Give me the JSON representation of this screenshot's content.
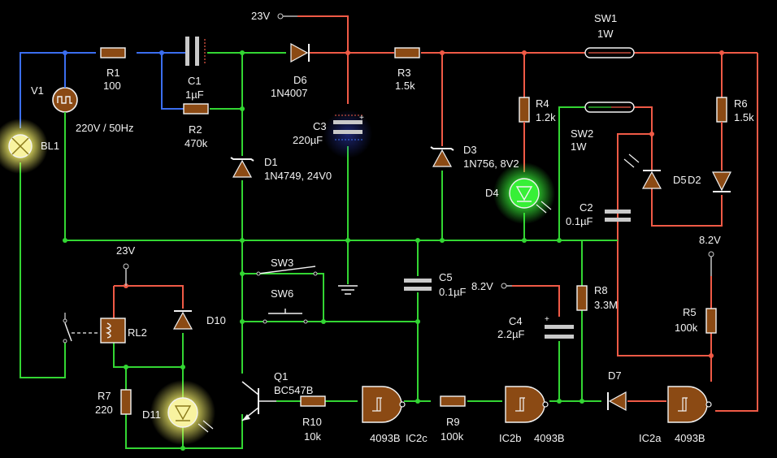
{
  "labels": {
    "supply_top": "23V",
    "supply_left": "23V",
    "supply_c4": "8.2V",
    "supply_r5": "8.2V",
    "r1_name": "R1",
    "r1_value": "100",
    "v1_name": "V1",
    "v1_value": "220V / 50Hz",
    "bl1_name": "BL1",
    "c1_name": "C1",
    "c1_value": "1µF",
    "r2_name": "R2",
    "r2_value": "470k",
    "d6_name": "D6",
    "d6_value": "1N4007",
    "d1_name": "D1",
    "d1_value": "1N4749, 24V0",
    "c3_name": "C3",
    "c3_value": "220µF",
    "r3_name": "R3",
    "r3_value": "1.5k",
    "d3_name": "D3",
    "d3_value": "1N756, 8V2",
    "r4_name": "R4",
    "r4_value": "1.2k",
    "d4_name": "D4",
    "sw1_name": "SW1",
    "sw1_value": "1W",
    "sw2_name": "SW2",
    "sw2_value": "1W",
    "r6_name": "R6",
    "r6_value": "1.5k",
    "d5_name": "D5",
    "d2_name": "D2",
    "c2_name": "C2",
    "c2_value": "0.1µF",
    "sw3_name": "SW3",
    "sw6_name": "SW6",
    "c5_name": "C5",
    "c5_value": "0.1µF",
    "c4_name": "C4",
    "c4_value": "2.2µF",
    "r8_name": "R8",
    "r8_value": "3.3M",
    "r5_name": "R5",
    "r5_value": "100k",
    "rl2_name": "RL2",
    "d10_name": "D10",
    "r7_name": "R7",
    "r7_value": "220",
    "d11_name": "D11",
    "q1_name": "Q1",
    "q1_value": "BC547B",
    "r10_name": "R10",
    "r10_value": "10k",
    "ic2c_part": "4093B",
    "ic2c_name": "IC2c",
    "r9_name": "R9",
    "r9_value": "100k",
    "ic2b_name": "IC2b",
    "ic2b_part": "4093B",
    "d7_name": "D7",
    "ic2a_name": "IC2a",
    "ic2a_part": "4093B",
    "gnd_sym": "⏚"
  },
  "colors": {
    "wire_positive": "#f05a46",
    "wire_ground": "#33d633",
    "wire_ac": "#3b6ef0",
    "component_body": "#8b4a14",
    "led_green": "#37f037",
    "lamp_yellow": "#f4ef6a"
  }
}
